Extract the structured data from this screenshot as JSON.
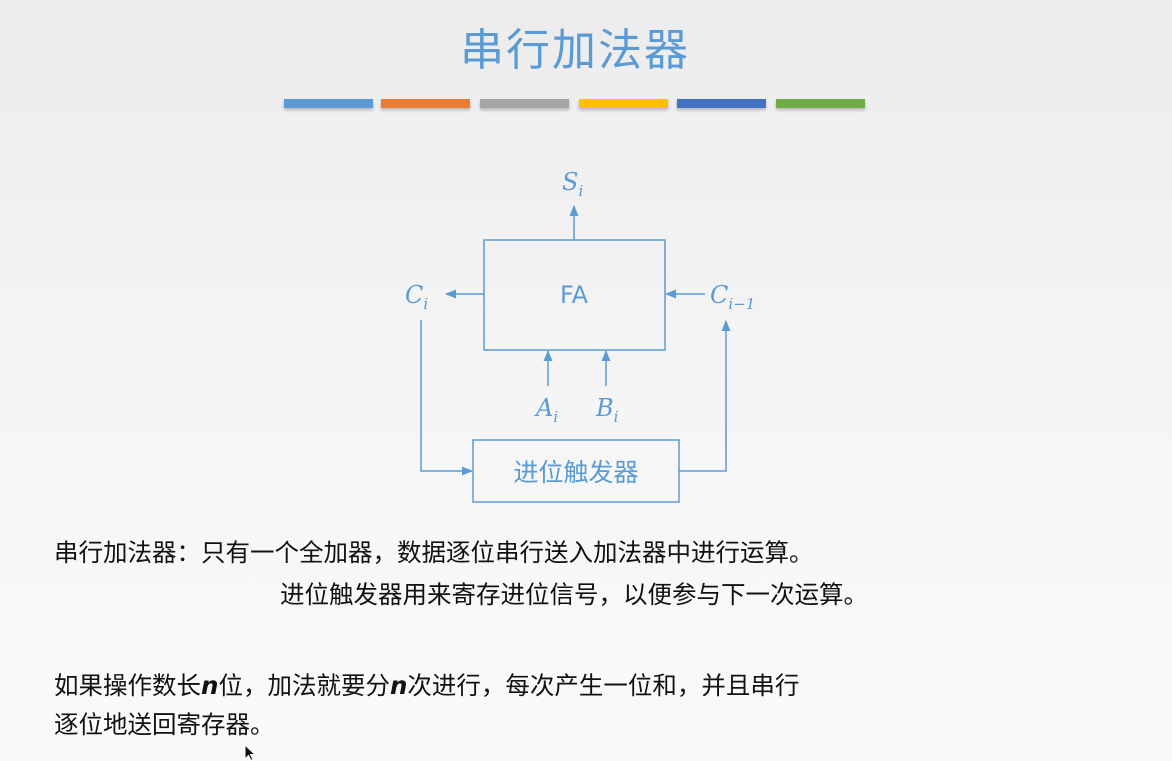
{
  "title": "串行加法器",
  "color_bar": [
    "#5b9bd5",
    "#ed7d31",
    "#a5a5a5",
    "#ffc000",
    "#4472c4",
    "#70ad47"
  ],
  "diagram": {
    "fa_label": "FA",
    "flipflop_label": "进位触发器",
    "s_out": {
      "base": "S",
      "sub": "i"
    },
    "c_out": {
      "base": "C",
      "sub": "i"
    },
    "c_in": {
      "base": "C",
      "sub": "i−1"
    },
    "a_in": {
      "base": "A",
      "sub": "i"
    },
    "b_in": {
      "base": "B",
      "sub": "i"
    },
    "stroke_color": "#5b9bd5"
  },
  "description": {
    "line1": "串行加法器：只有一个全加器，数据逐位串行送入加法器中进行运算。",
    "line2": "进位触发器用来寄存进位信号，以便参与下一次运算。",
    "line3_part1": "如果操作数长",
    "line3_var1": "n",
    "line3_part2": "位，加法就要分",
    "line3_var2": "n",
    "line3_part3": "次进行，每次产生一位和，并且串行",
    "line4": "逐位地送回寄存器。"
  }
}
